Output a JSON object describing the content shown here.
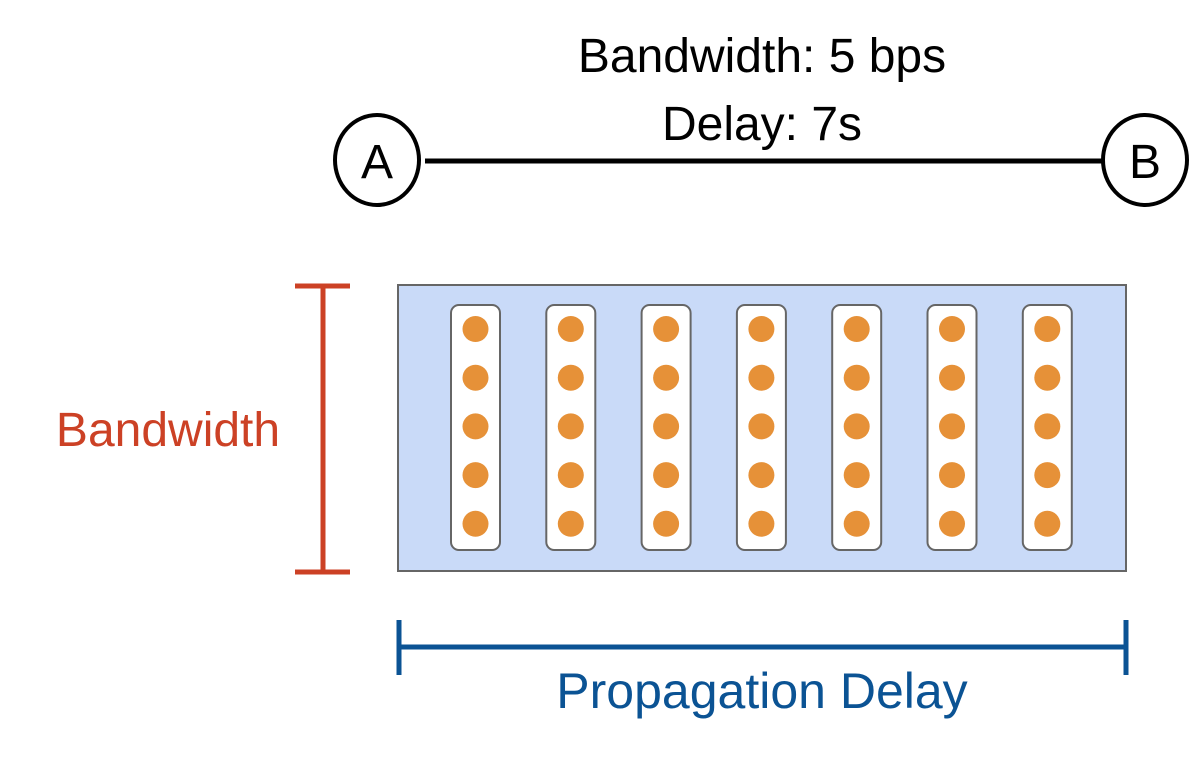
{
  "link": {
    "bandwidth_label": "Bandwidth: 5 bps",
    "delay_label": "Delay: 7s",
    "node_a": "A",
    "node_b": "B"
  },
  "pipe": {
    "columns": 7,
    "bits_per_column": 5,
    "fill_color": "#c9daf8",
    "border_color": "#666666",
    "bit_color": "#e69138"
  },
  "dimensions": {
    "bandwidth_label": "Bandwidth",
    "bandwidth_color": "#cc4125",
    "delay_label": "Propagation Delay",
    "delay_color": "#0b5394"
  }
}
